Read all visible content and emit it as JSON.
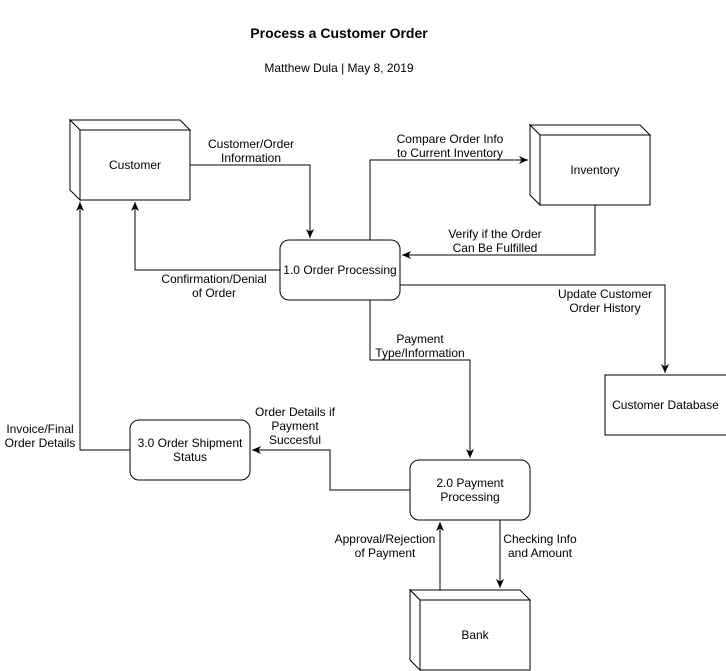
{
  "header": {
    "title": "Process a Customer Order",
    "subtitle": "Matthew Dula | May 8, 2019"
  },
  "nodes": {
    "customer": "Customer",
    "inventory": "Inventory",
    "order_processing": "1.0 Order Processing",
    "customer_database": "Customer Database",
    "payment_processing": [
      "2.0 Payment",
      "Processing"
    ],
    "shipment_status": [
      "3.0 Order Shipment",
      "Status"
    ],
    "bank": "Bank"
  },
  "flows": {
    "customer_order_info": [
      "Customer/Order",
      "Information"
    ],
    "compare_order_info": [
      "Compare Order Info",
      "to Current Inventory"
    ],
    "verify_order": [
      "Verify if the Order",
      "Can Be Fulfilled"
    ],
    "confirmation_denial": [
      "Confirmation/Denial",
      "of Order"
    ],
    "update_history": [
      "Update Customer",
      "Order History"
    ],
    "payment_type": [
      "Payment",
      "Type/Information"
    ],
    "order_details": [
      "Order Details if",
      "Payment",
      "Succesful"
    ],
    "invoice": [
      "Invoice/Final",
      "Order Details"
    ],
    "approval_rejection": [
      "Approval/Rejection",
      "of Payment"
    ],
    "checking_info": [
      "Checking Info",
      "and Amount"
    ]
  },
  "colors": {
    "stroke": "#000000",
    "fill": "#ffffff"
  }
}
